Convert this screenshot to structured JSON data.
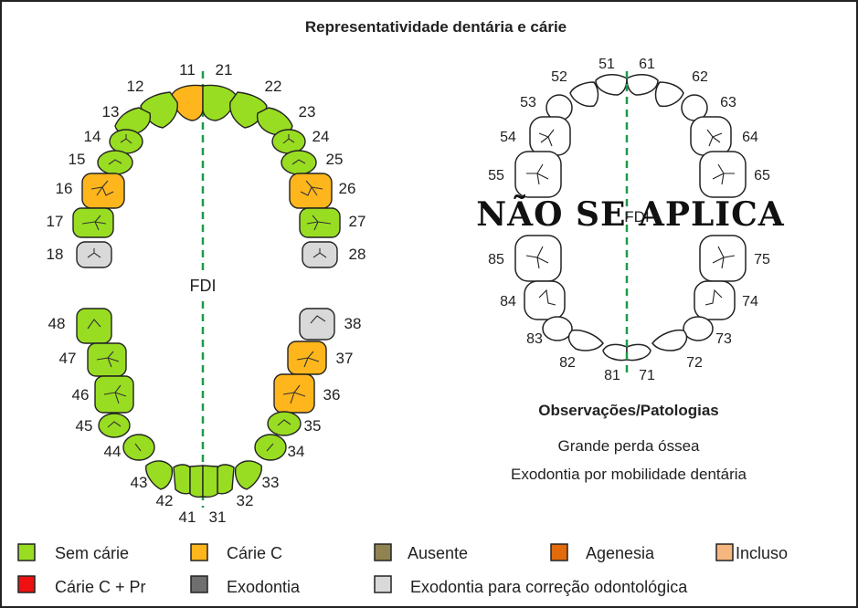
{
  "title": "Representatividade dentária e cárie",
  "permanent": {
    "midline_label": "FDI",
    "upper": [
      {
        "n": "11",
        "status": "carie_c"
      },
      {
        "n": "21",
        "status": "sem_carie"
      },
      {
        "n": "12",
        "status": "sem_carie"
      },
      {
        "n": "22",
        "status": "sem_carie"
      },
      {
        "n": "13",
        "status": "sem_carie"
      },
      {
        "n": "23",
        "status": "sem_carie"
      },
      {
        "n": "14",
        "status": "sem_carie"
      },
      {
        "n": "24",
        "status": "sem_carie"
      },
      {
        "n": "15",
        "status": "sem_carie"
      },
      {
        "n": "25",
        "status": "sem_carie"
      },
      {
        "n": "16",
        "status": "carie_c"
      },
      {
        "n": "26",
        "status": "carie_c"
      },
      {
        "n": "17",
        "status": "sem_carie"
      },
      {
        "n": "27",
        "status": "sem_carie"
      },
      {
        "n": "18",
        "status": "exodontia_correcao"
      },
      {
        "n": "28",
        "status": "exodontia_correcao"
      }
    ],
    "lower": [
      {
        "n": "48",
        "status": "sem_carie"
      },
      {
        "n": "38",
        "status": "exodontia_correcao"
      },
      {
        "n": "47",
        "status": "sem_carie"
      },
      {
        "n": "37",
        "status": "carie_c"
      },
      {
        "n": "46",
        "status": "sem_carie"
      },
      {
        "n": "36",
        "status": "carie_c"
      },
      {
        "n": "45",
        "status": "sem_carie"
      },
      {
        "n": "35",
        "status": "sem_carie"
      },
      {
        "n": "44",
        "status": "sem_carie"
      },
      {
        "n": "34",
        "status": "sem_carie"
      },
      {
        "n": "43",
        "status": "sem_carie"
      },
      {
        "n": "33",
        "status": "sem_carie"
      },
      {
        "n": "42",
        "status": "sem_carie"
      },
      {
        "n": "32",
        "status": "sem_carie"
      },
      {
        "n": "41",
        "status": "sem_carie"
      },
      {
        "n": "31",
        "status": "sem_carie"
      }
    ]
  },
  "deciduous": {
    "midline_label": "FDI",
    "overlay": "NÃO SE APLICA",
    "labels": [
      "51",
      "61",
      "52",
      "62",
      "53",
      "63",
      "54",
      "64",
      "55",
      "65",
      "85",
      "75",
      "84",
      "74",
      "83",
      "73",
      "82",
      "72",
      "81",
      "71"
    ]
  },
  "observations": {
    "heading": "Observações/Patologias",
    "lines": [
      "Grande perda óssea",
      "Exodontia por mobilidade dentária"
    ]
  },
  "legend": [
    {
      "key": "sem_carie",
      "label": "Sem cárie",
      "color": "#99dd22"
    },
    {
      "key": "carie_c",
      "label": "Cárie C",
      "color": "#ffb61c"
    },
    {
      "key": "ausente",
      "label": "Ausente",
      "color": "#8f8351"
    },
    {
      "key": "agenesia",
      "label": "Agenesia",
      "color": "#e26b0c"
    },
    {
      "key": "incluso",
      "label": "Incluso",
      "color": "#f6b77e"
    },
    {
      "key": "carie_cpr",
      "label": "Cárie C + Pr",
      "color": "#ee1111"
    },
    {
      "key": "exodontia",
      "label": "Exodontia",
      "color": "#6f6f6f"
    },
    {
      "key": "exodontia_correcao",
      "label": "Exodontia para correção odontológica",
      "color": "#d9d9d9"
    }
  ],
  "colors": {
    "midline": "#1e9a4a",
    "frame": "#222222"
  }
}
